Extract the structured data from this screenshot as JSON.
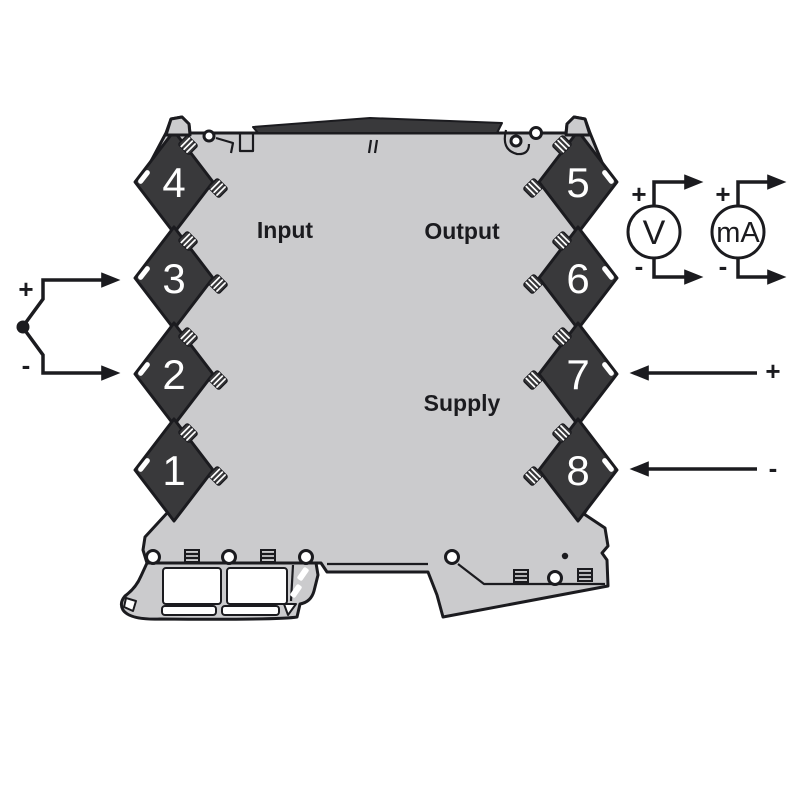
{
  "module": {
    "section_labels": {
      "input": "Input",
      "output": "Output",
      "supply": "Supply"
    },
    "left_terminals": [
      {
        "number": "4"
      },
      {
        "number": "3"
      },
      {
        "number": "2"
      },
      {
        "number": "1"
      }
    ],
    "right_terminals": [
      {
        "number": "5"
      },
      {
        "number": "6"
      },
      {
        "number": "7"
      },
      {
        "number": "8"
      }
    ]
  },
  "sensor": {
    "plus_label": "+",
    "minus_label": "-"
  },
  "meters": {
    "voltmeter": {
      "label": "V",
      "plus_label": "+",
      "minus_label": "-"
    },
    "milliamp_meter": {
      "label": "mA",
      "plus_label": "+",
      "minus_label": "-"
    }
  },
  "supply_wires": {
    "plus_label": "+",
    "minus_label": "-"
  },
  "colors": {
    "background": "#ffffff",
    "body": "#cbcbcd",
    "terminal": "#39393b",
    "line": "#1b1b1f",
    "white": "#ffffff"
  }
}
